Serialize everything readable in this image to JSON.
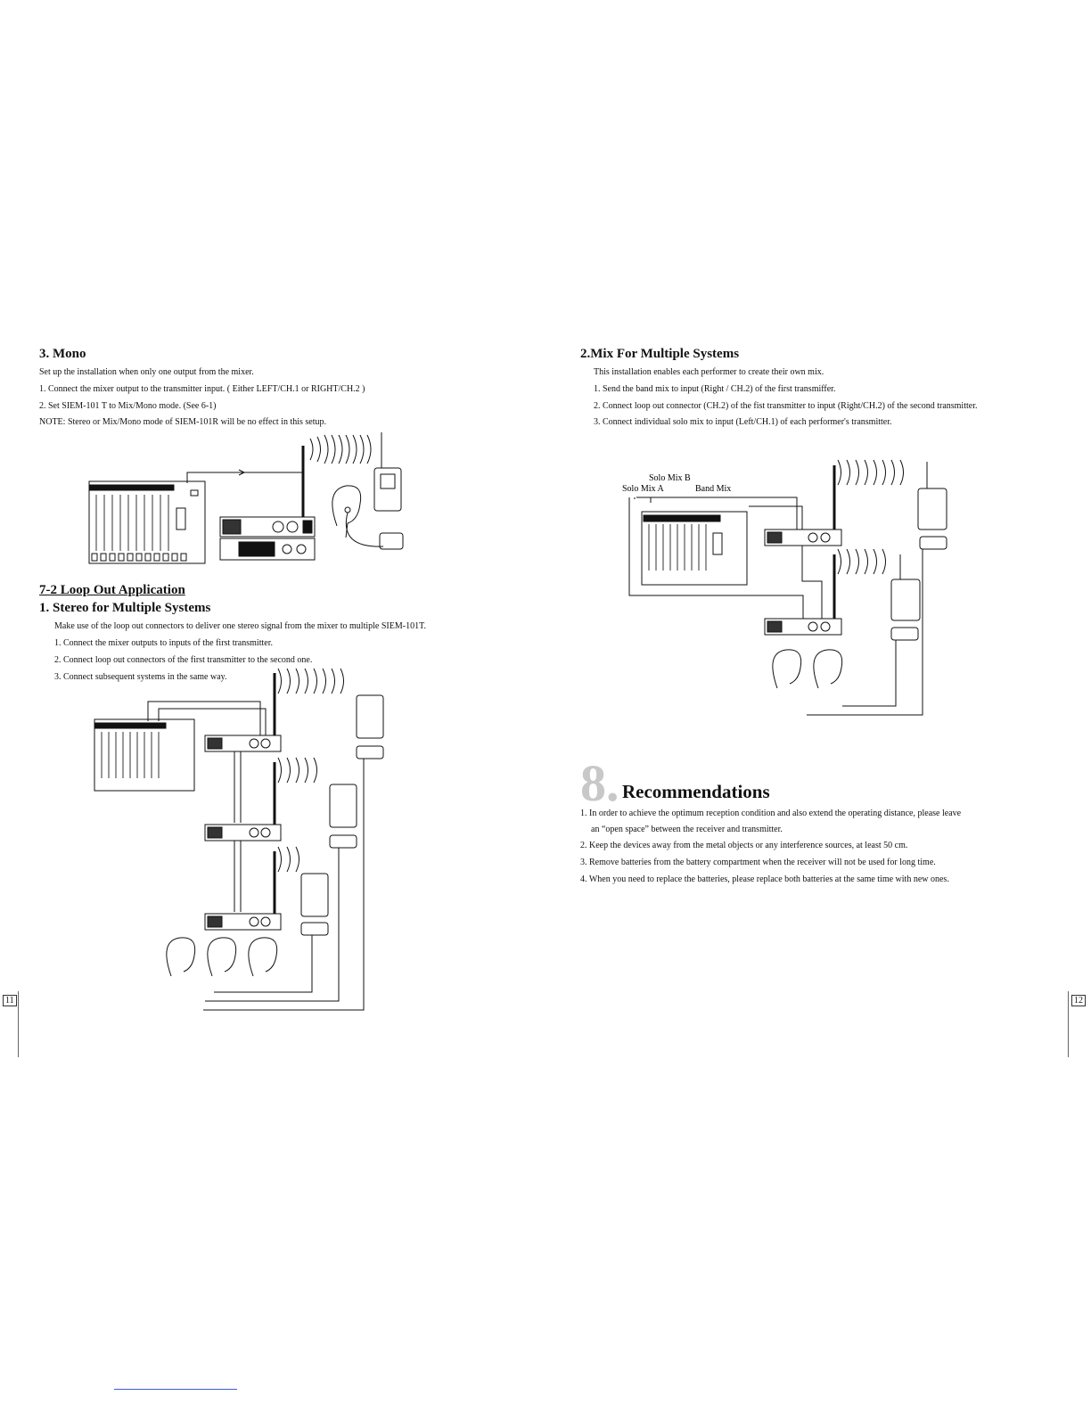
{
  "left": {
    "mono": {
      "title": "3. Mono",
      "intro": "Set up the installation when only one output from the mixer.",
      "step1": "1. Connect the mixer output to the transmitter input. ( Either LEFT/CH.1  or  RIGHT/CH.2 )",
      "step2": "2. Set SIEM-101 T to Mix/Mono mode.  (See 6-1)",
      "note": "NOTE: Stereo or Mix/Mono mode of SIEM-101R will be no effect in this setup."
    },
    "loop_out": {
      "section_title": "7-2 Loop Out Application",
      "title": "1. Stereo for Multiple Systems",
      "intro": "Make use of the loop out connectors to deliver one stereo signal from the mixer to multiple SIEM-101T.",
      "step1": "1. Connect the mixer outputs to inputs of the first transmitter.",
      "step2": "2. Connect loop out connectors of the first transmitter to the second one.",
      "step3": "3. Connect subsequent systems in the same way."
    },
    "page_number": "11"
  },
  "right": {
    "mix": {
      "title": "2.Mix For Multiple Systems",
      "intro": "This installation enables each performer to create their own mix.",
      "step1": "1. Send the band mix to input (Right / CH.2) of the first transmiffer.",
      "step2": "2. Connect loop out connector (CH.2) of the fist transmitter to input (Right/CH.2) of the second transmitter.",
      "step3": "3. Connect individual solo mix to input (Left/CH.1) of each performer's transmitter.",
      "diagram_labels": {
        "solo_mix_b": "Solo Mix B",
        "solo_mix_a": "Solo Mix A",
        "band_mix": "Band Mix"
      }
    },
    "recommendations": {
      "number": "8.",
      "title": "Recommendations",
      "item1a": "1. In order to achieve the optimum reception condition and also extend the operating distance, please leave",
      "item1b": "an “open space” between the receiver and transmitter.",
      "item2": "2. Keep the devices away from the metal objects or any interference sources, at least 50 cm.",
      "item3": "3. Remove batteries from the battery compartment when the receiver will not be used for long time.",
      "item4": "4. When you need to replace the batteries, please replace both batteries at the same time with new ones."
    },
    "page_number": "12"
  }
}
